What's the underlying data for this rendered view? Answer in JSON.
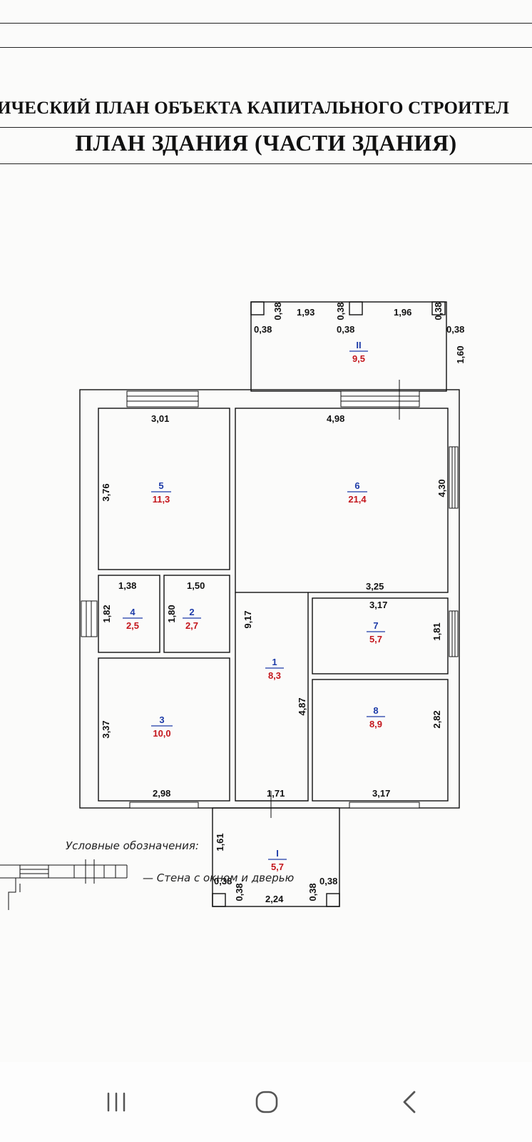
{
  "document": {
    "title_line1": "ИЧЕСКИЙ ПЛАН ОБЪЕКТА КАПИТАЛЬНОГО СТРОИТЕЛ",
    "title_line2": "ПЛАН ЗДАНИЯ (ЧАСТИ ЗДАНИЯ)"
  },
  "rooms": [
    {
      "id": "1",
      "number": "1",
      "area": "8,3"
    },
    {
      "id": "2",
      "number": "2",
      "area": "2,7"
    },
    {
      "id": "3",
      "number": "3",
      "area": "10,0"
    },
    {
      "id": "4",
      "number": "4",
      "area": "2,5"
    },
    {
      "id": "5",
      "number": "5",
      "area": "11,3"
    },
    {
      "id": "6",
      "number": "6",
      "area": "21,4"
    },
    {
      "id": "7",
      "number": "7",
      "area": "5,7"
    },
    {
      "id": "8",
      "number": "8",
      "area": "8,9"
    },
    {
      "id": "II",
      "number": "II",
      "area": "9,5"
    },
    {
      "id": "I",
      "number": "I",
      "area": "5,7"
    }
  ],
  "dimensions": {
    "porch_top_left_038a": "0,38",
    "porch_top_left_038b": "0,38",
    "porch_top_193": "1,93",
    "porch_top_038c": "0,38",
    "porch_top_038d": "0,38",
    "porch_top_196": "1,96",
    "porch_top_038e": "0,38",
    "porch_top_038f": "0,38",
    "porch_top_160": "1,60",
    "room5_width": "3,01",
    "room5_height": "3,76",
    "room6_width": "4,98",
    "room6_height": "4,30",
    "room4_width": "1,38",
    "room4_height": "1,82",
    "room2_width": "1,50",
    "room2_height": "1,80",
    "room1_height": "9,17",
    "room1_width": "1,71",
    "room1_inner": "4,87",
    "room7_top": "3,25",
    "room7_width": "3,17",
    "room7_height": "1,81",
    "room8_height": "2,82",
    "room8_width": "3,17",
    "room3_height": "3,37",
    "room3_width": "2,98",
    "porch_bottom_161": "1,61",
    "porch_bottom_038a": "0,38",
    "porch_bottom_038b": "0,38",
    "porch_bottom_224": "2,24",
    "porch_bottom_038c": "0,38",
    "porch_bottom_038d": "0,38"
  },
  "legend": {
    "title": "Условные обозначения:",
    "item_label": "— Стена с окном и дверью"
  },
  "navbar": {
    "recent_icon": "recent-apps-icon",
    "home_icon": "home-icon",
    "back_icon": "back-icon"
  }
}
